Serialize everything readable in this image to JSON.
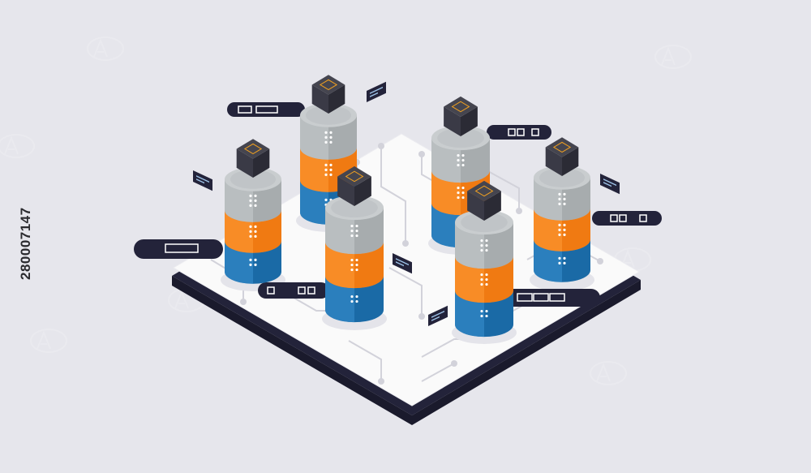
{
  "illustration": {
    "stock_id": "280007147",
    "watermark_text": "Adobe Stock",
    "colors": {
      "background": "#e6e6ec",
      "board_top": "#fafafa",
      "board_edge": "#23233a",
      "circuit": "#d4d4dc",
      "gray_tier": "#a7acae",
      "gray_tier_light": "#c9cdcf",
      "orange_tier": "#f07a12",
      "orange_tier_light": "#ff9a36",
      "blue_tier": "#1a6aa6",
      "blue_tier_light": "#3a8fcf",
      "cube": "#2b2b35",
      "cube_accent": "#f0a020",
      "tag": "#23233a"
    },
    "servers": [
      {
        "name": "server-stack-1",
        "tiers": [
          "blue",
          "orange",
          "gray"
        ],
        "icon": "chip-cube-icon"
      },
      {
        "name": "server-stack-2",
        "tiers": [
          "blue",
          "orange",
          "gray"
        ],
        "icon": "chip-cube-icon"
      },
      {
        "name": "server-stack-3",
        "tiers": [
          "blue",
          "orange",
          "gray"
        ],
        "icon": "chip-cube-icon"
      },
      {
        "name": "server-stack-4",
        "tiers": [
          "blue",
          "orange",
          "gray"
        ],
        "icon": "chip-cube-icon"
      },
      {
        "name": "server-stack-5",
        "tiers": [
          "blue",
          "orange",
          "gray"
        ],
        "icon": "chip-cube-icon"
      },
      {
        "name": "server-stack-6",
        "tiers": [
          "blue",
          "orange",
          "gray"
        ],
        "icon": "chip-cube-icon"
      }
    ]
  }
}
